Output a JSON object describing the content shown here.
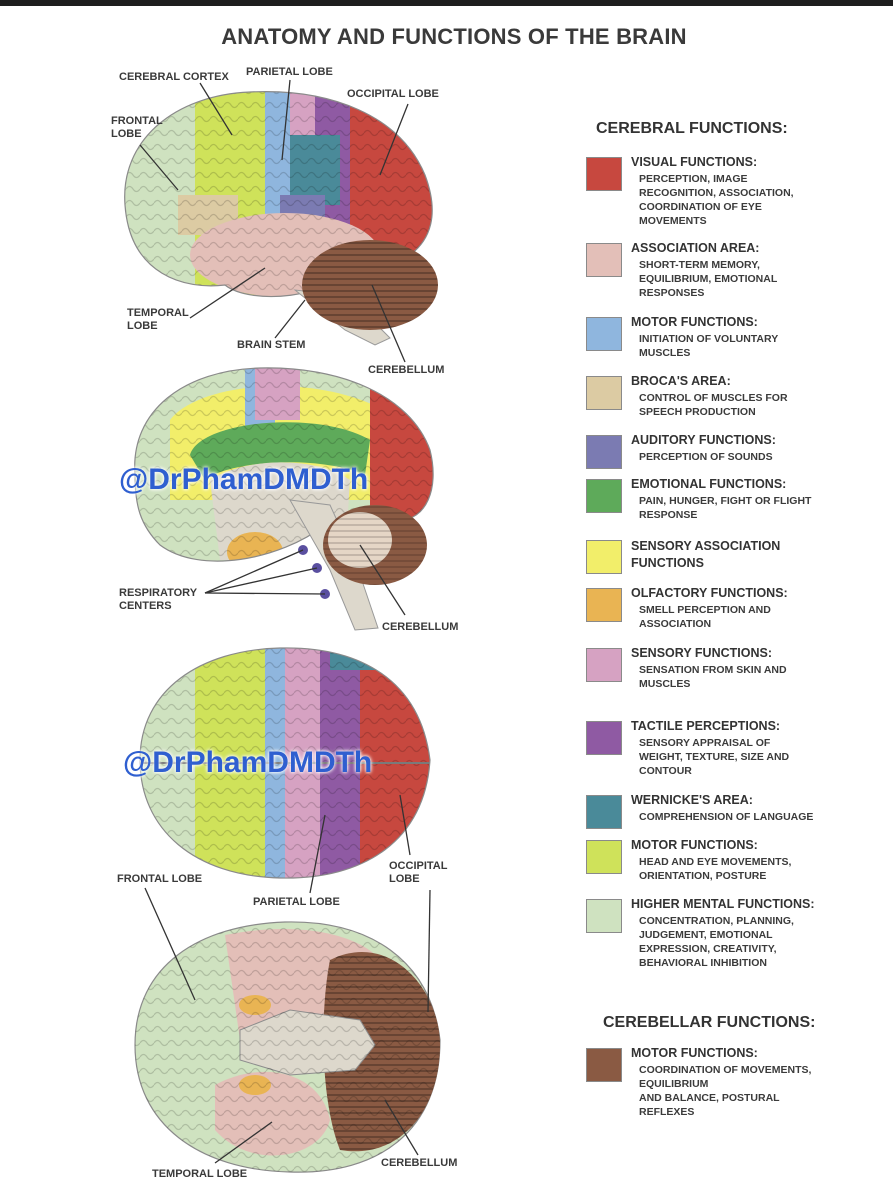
{
  "title": "ANATOMY AND FUNCTIONS OF THE BRAIN",
  "watermark": "@DrPhamDMDTh",
  "diagram_labels": {
    "cerebral_cortex": "CEREBRAL CORTEX",
    "parietal_lobe_top": "PARIETAL LOBE",
    "occipital_lobe_top": "OCCIPITAL LOBE",
    "frontal_lobe_top": "FRONTAL\nLOBE",
    "temporal_lobe_top": "TEMPORAL\nLOBE",
    "brain_stem": "BRAIN STEM",
    "cerebellum_1": "CEREBELLUM",
    "respiratory_centers": "RESPIRATORY\nCENTERS",
    "cerebellum_2": "CEREBELLUM",
    "frontal_lobe_3": "FRONTAL LOBE",
    "parietal_lobe_3": "PARIETAL LOBE",
    "occipital_lobe_3": "OCCIPITAL\nLOBE",
    "temporal_lobe_4": "TEMPORAL LOBE",
    "cerebellum_4": "CEREBELLUM"
  },
  "colors": {
    "visual": "#c7483f",
    "association": "#e3bfb8",
    "motor": "#8fb6de",
    "broca": "#dccba3",
    "auditory": "#7b7bb2",
    "emotional": "#5eaa5a",
    "sensory_association": "#f2ee6a",
    "olfactory": "#e9b453",
    "sensory": "#d6a2c2",
    "tactile": "#8f5aa3",
    "wernicke": "#4a8a99",
    "motor_head": "#cfe25a",
    "higher_mental": "#cfe2c0",
    "cerebellar_motor": "#8a5a43",
    "stem": "#ddd8cc"
  },
  "legend": {
    "cerebral_heading": "CEREBRAL FUNCTIONS:",
    "cerebellar_heading": "CEREBELLAR FUNCTIONS:",
    "cerebral_items": [
      {
        "title": "VISUAL FUNCTIONS:",
        "desc": "PERCEPTION, IMAGE\nRECOGNITION, ASSOCIATION,\nCOORDINATION OF EYE\nMOVEMENTS",
        "color": "#c7483f"
      },
      {
        "title": "ASSOCIATION AREA:",
        "desc": "SHORT-TERM MEMORY,\nEQUILIBRIUM, EMOTIONAL\nRESPONSES",
        "color": "#e3bfb8"
      },
      {
        "title": "MOTOR FUNCTIONS:",
        "desc": "INITIATION OF VOLUNTARY\nMUSCLES",
        "color": "#8fb6de"
      },
      {
        "title": "BROCA'S AREA:",
        "desc": "CONTROL OF MUSCLES FOR\nSPEECH PRODUCTION",
        "color": "#dccba3"
      },
      {
        "title": "AUDITORY FUNCTIONS:",
        "desc": "PERCEPTION OF SOUNDS",
        "color": "#7b7bb2"
      },
      {
        "title": "EMOTIONAL FUNCTIONS:",
        "desc": "PAIN, HUNGER, FIGHT OR FLIGHT\nRESPONSE",
        "color": "#5eaa5a"
      },
      {
        "title": "SENSORY ASSOCIATION\nFUNCTIONS",
        "desc": "",
        "color": "#f2ee6a"
      },
      {
        "title": "OLFACTORY FUNCTIONS:",
        "desc": "SMELL PERCEPTION AND\nASSOCIATION",
        "color": "#e9b453"
      },
      {
        "title": "SENSORY FUNCTIONS:",
        "desc": "SENSATION FROM SKIN AND\nMUSCLES",
        "color": "#d6a2c2"
      },
      {
        "title": "TACTILE PERCEPTIONS:",
        "desc": "SENSORY APPRAISAL OF\nWEIGHT, TEXTURE, SIZE AND\nCONTOUR",
        "color": "#8f5aa3"
      },
      {
        "title": "WERNICKE'S AREA:",
        "desc": "COMPREHENSION OF LANGUAGE",
        "color": "#4a8a99"
      },
      {
        "title": "MOTOR FUNCTIONS:",
        "desc": "HEAD AND EYE MOVEMENTS,\nORIENTATION, POSTURE",
        "color": "#cfe25a"
      },
      {
        "title": "HIGHER MENTAL FUNCTIONS:",
        "desc": "CONCENTRATION, PLANNING,\nJUDGEMENT, EMOTIONAL\nEXPRESSION, CREATIVITY,\nBEHAVIORAL INHIBITION",
        "color": "#cfe2c0"
      }
    ],
    "cerebellar_items": [
      {
        "title": "MOTOR FUNCTIONS:",
        "desc": "COORDINATION OF MOVEMENTS,\nEQUILIBRIUM\nAND BALANCE, POSTURAL\nREFLEXES",
        "color": "#8a5a43"
      }
    ]
  }
}
